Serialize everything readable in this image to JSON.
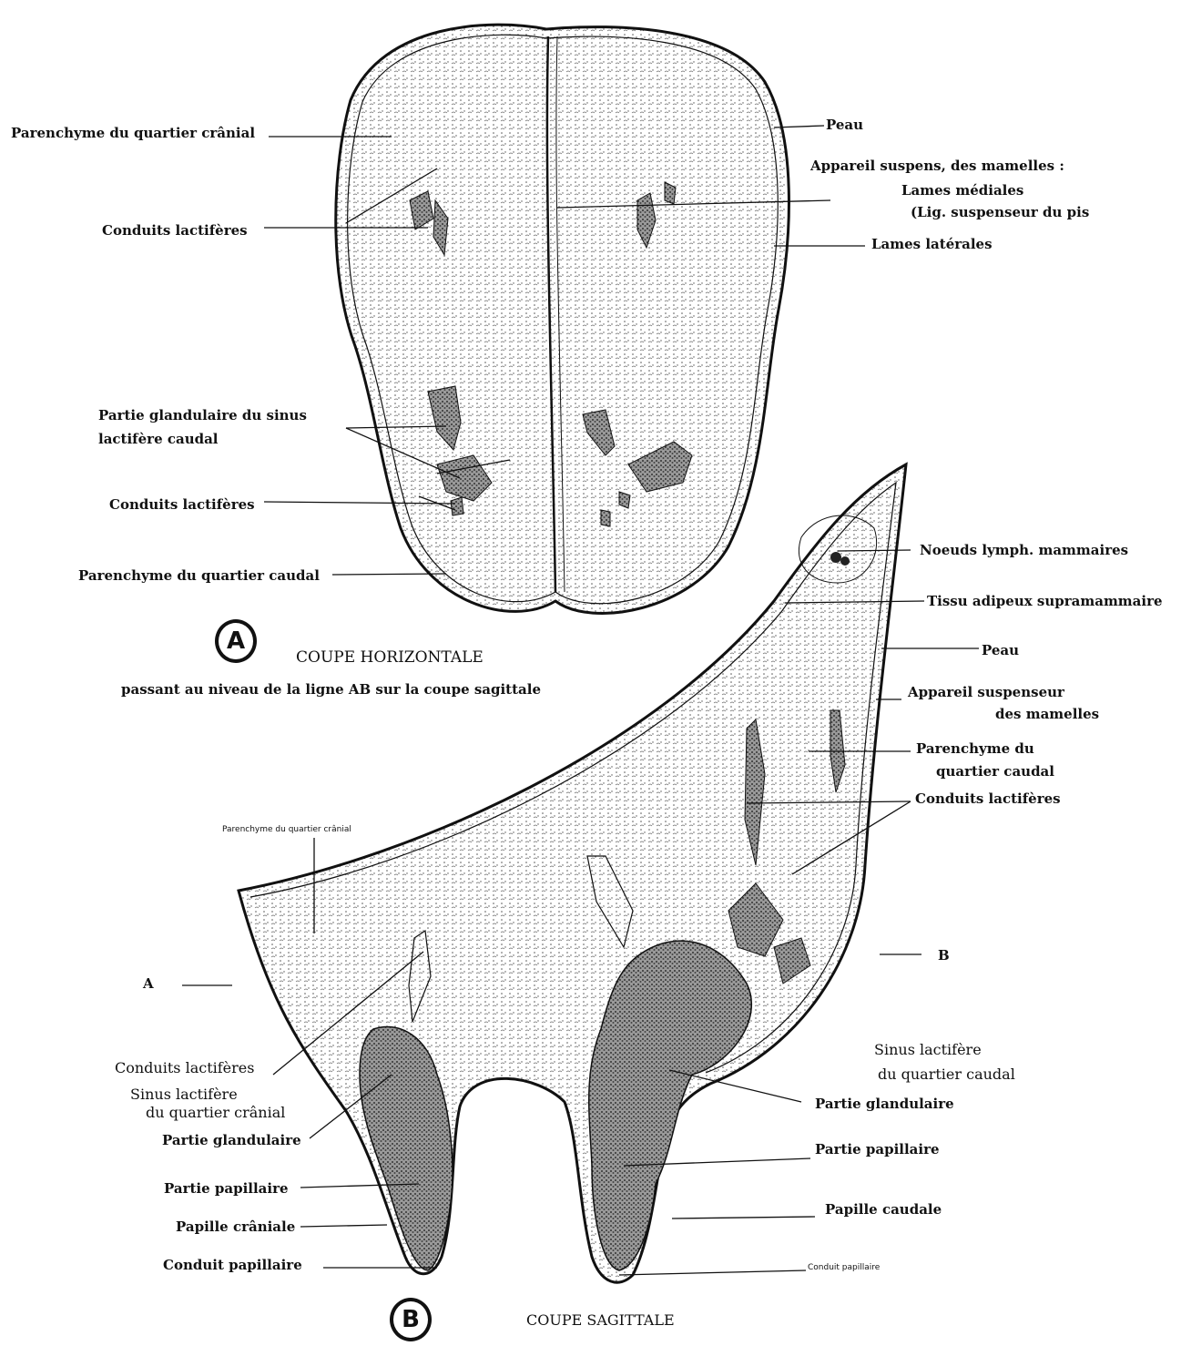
{
  "section_a": {
    "badge": "A",
    "title": "COUPE HORIZONTALE",
    "subtitle": "passant au niveau de la ligne AB sur la coupe sagittale",
    "labels": {
      "parenchyme_cranial": "Parenchyme du quartier crânial",
      "conduits_1": "Conduits lactifères",
      "sinus_line1": "Partie glandulaire du sinus",
      "sinus_line2": "lactifère caudal",
      "conduits_2": "Conduits lactifères",
      "parenchyme_caudal": "Parenchyme du quartier caudal",
      "peau": "Peau",
      "appareil": "Appareil suspens, des mamelles :",
      "lames_mediales": "Lames médiales",
      "lig": "(Lig. suspenseur du pis",
      "lames_laterales": "Lames latérales"
    }
  },
  "section_b": {
    "badge": "B",
    "title": "COUPE SAGITTALE",
    "labels": {
      "parenchyme_cranial": "Parenchyme du quartier crânial",
      "noeuds": "Noeuds lymph. mammaires",
      "tissu": "Tissu adipeux supramammaire",
      "peau": "Peau",
      "appareil_line1": "Appareil suspenseur",
      "appareil_line2": "des mamelles",
      "parenchyme_caudal_line1": "Parenchyme du",
      "parenchyme_caudal_line2": "quartier caudal",
      "conduits_right": "Conduits lactifères",
      "point_a": "A",
      "point_b": "B",
      "sinus_caudal_line1": "Sinus lactifère",
      "sinus_caudal_line2": "du quartier caudal",
      "partie_glandulaire_right": "Partie glandulaire",
      "partie_papillaire_right": "Partie papillaire",
      "papille_caudale": "Papille caudale",
      "conduit_papillaire_right": "Conduit papillaire",
      "conduits_left": "Conduits lactifères",
      "sinus_cranial_line1": "Sinus lactifère",
      "sinus_cranial_line2": "du quartier crânial",
      "partie_glandulaire_left": "Partie glandulaire",
      "partie_papillaire_left": "Partie papillaire",
      "papille_craniale": "Papille crâniale",
      "conduit_papillaire_left": "Conduit papillaire"
    }
  },
  "colors": {
    "ink": "#111111",
    "stipple": "#555555",
    "paper": "#ffffff"
  }
}
